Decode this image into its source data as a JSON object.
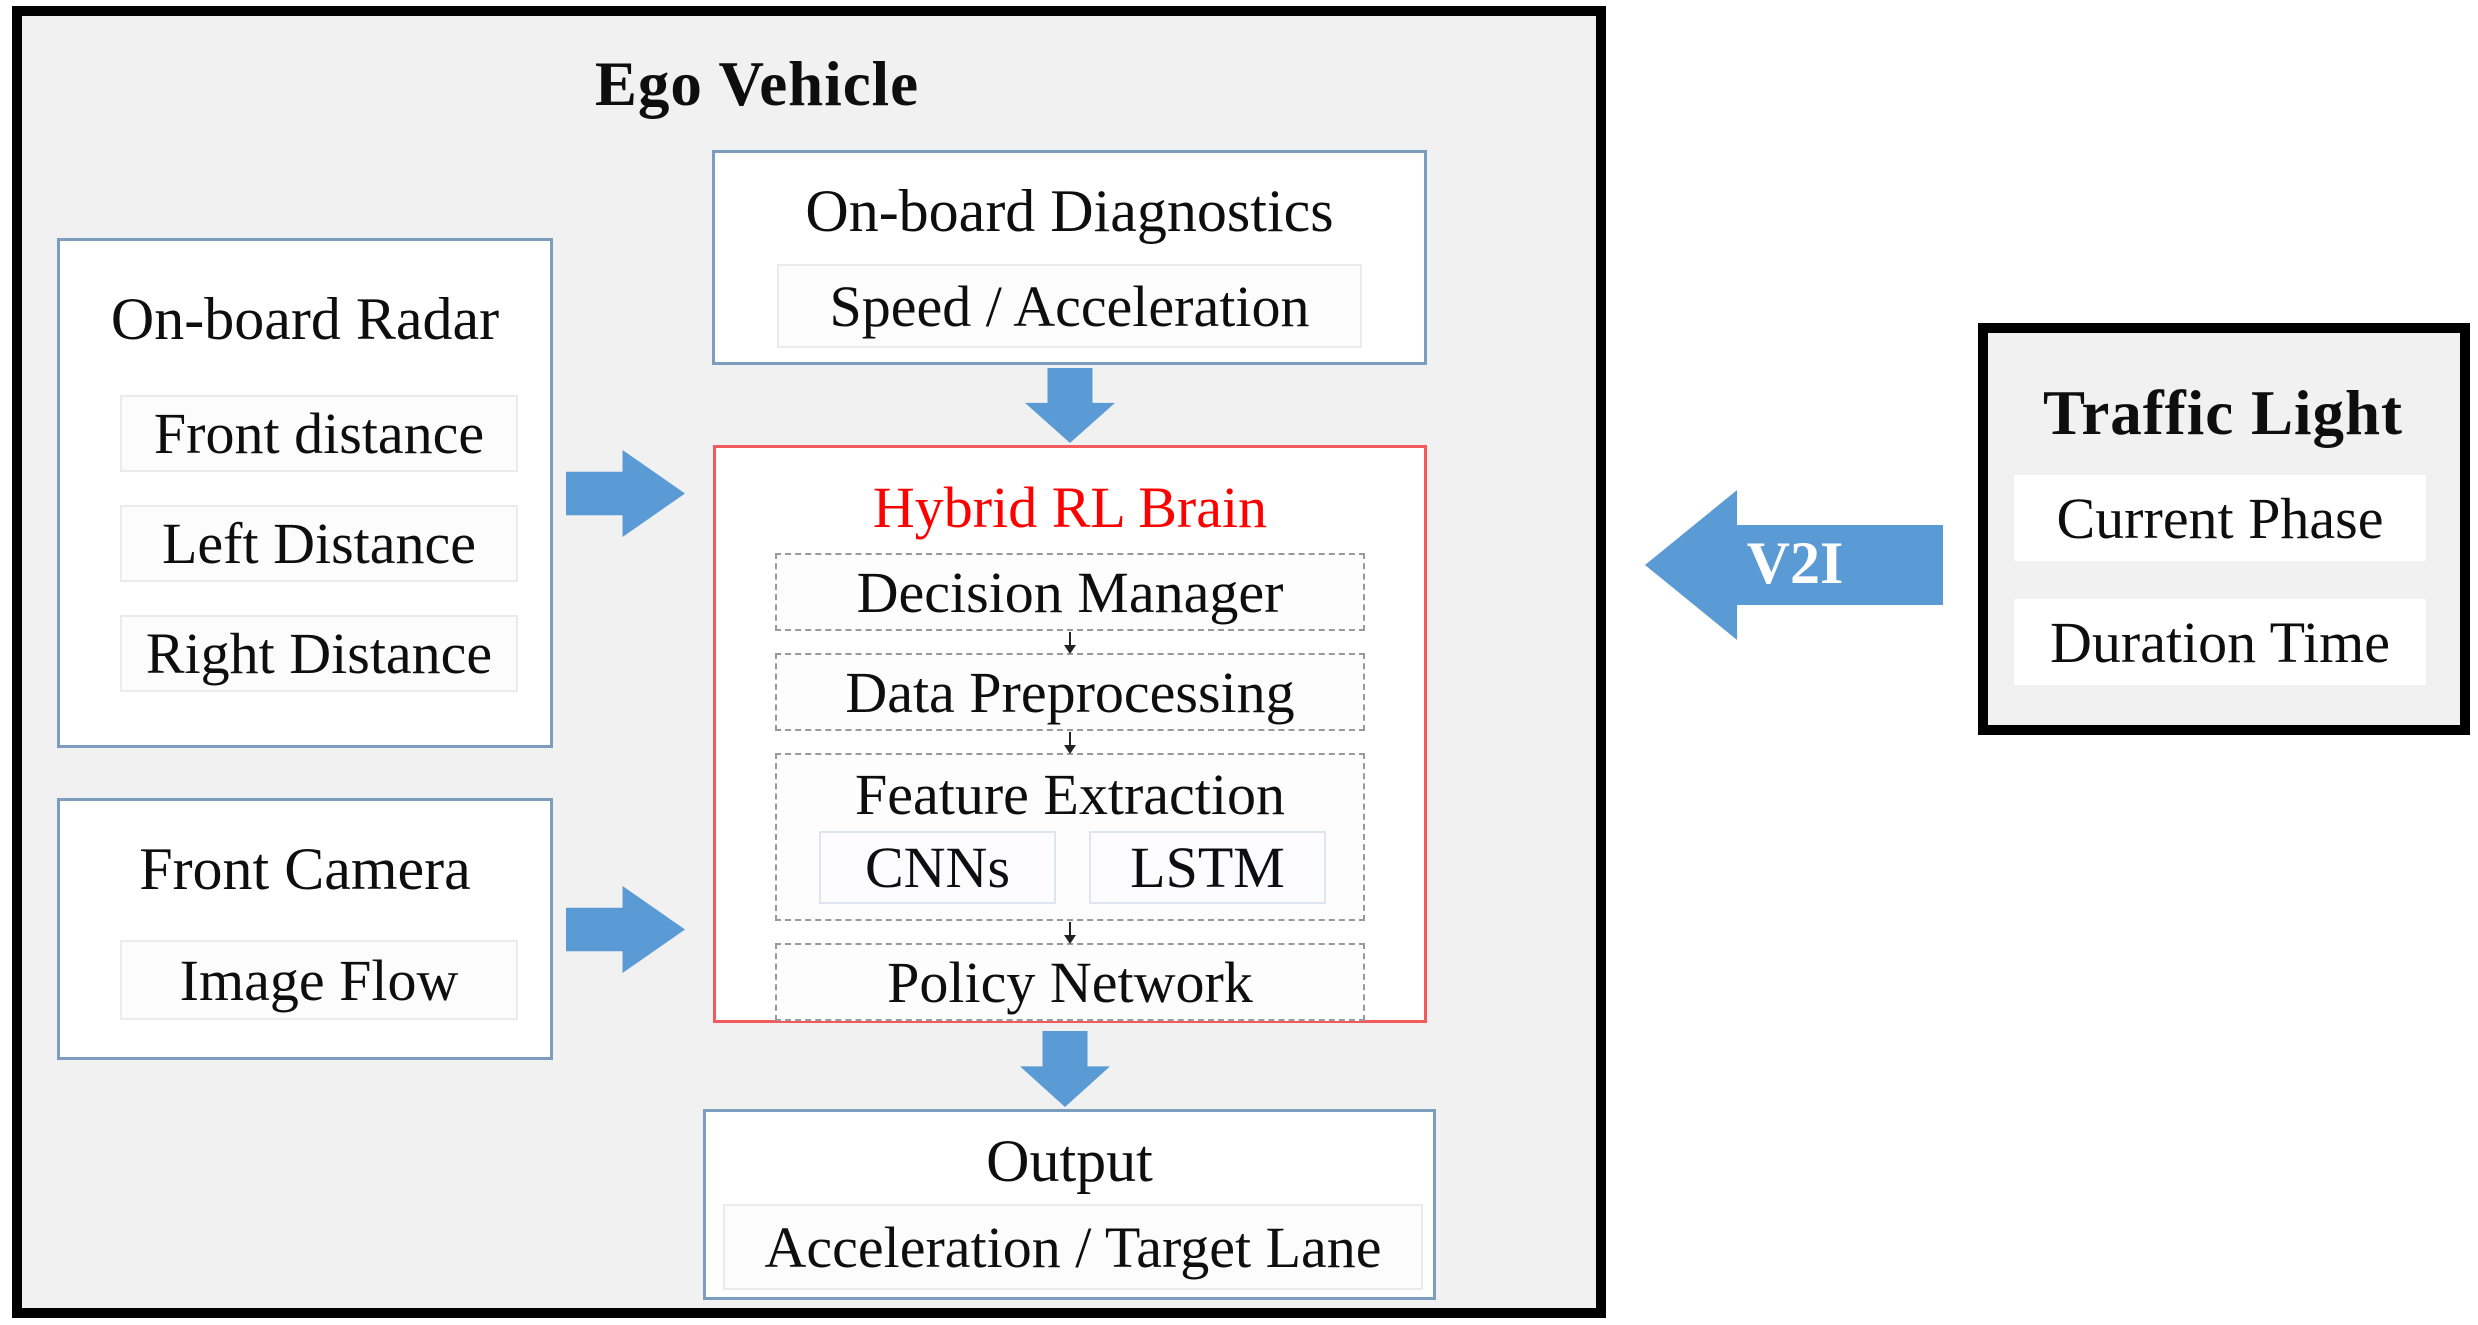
{
  "ego": {
    "title": "Ego Vehicle",
    "diagnostics": {
      "title": "On-board Diagnostics",
      "item": "Speed / Acceleration"
    },
    "radar": {
      "title": "On-board Radar",
      "items": [
        "Front distance",
        "Left Distance",
        "Right Distance"
      ]
    },
    "camera": {
      "title": "Front Camera",
      "item": "Image Flow"
    },
    "brain": {
      "title": "Hybrid RL Brain",
      "module1": "Decision Manager",
      "module2": "Data Preprocessing",
      "feature_extraction": {
        "title": "Feature Extraction",
        "child1": "CNNs",
        "child2": "LSTM"
      },
      "module4": "Policy Network"
    },
    "output": {
      "title": "Output",
      "item": "Acceleration / Target Lane"
    }
  },
  "traffic_light": {
    "title": "Traffic Light",
    "item1": "Current Phase",
    "item2": "Duration Time"
  },
  "v2i": {
    "label": "V2I"
  },
  "colors": {
    "accent-blue": "#5B9BD5",
    "border-blue": "#7D9DBE",
    "red-text": "#FE0000",
    "red-border": "#F25B5B",
    "panel-gray": "#F1F1F2",
    "dash-gray": "#999999"
  }
}
